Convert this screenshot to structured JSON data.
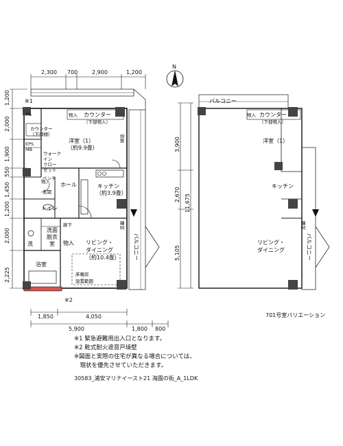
{
  "compass": {
    "north": "N"
  },
  "dimensions": {
    "top": [
      "2,300",
      "700",
      "2,900",
      "1,200"
    ],
    "left": [
      "1,200",
      "2,000",
      "1,900",
      "550",
      "1,450",
      "1,200",
      "2,000",
      "2,225"
    ],
    "bottom_row1": [
      "1,850",
      "4,050"
    ],
    "bottom_row2": [
      "5,900",
      "1,800",
      "800"
    ],
    "variation_vertical": [
      "3,900",
      "2,670",
      "11,675",
      "5,105"
    ]
  },
  "rooms": {
    "mark1": "※1",
    "mark2": "※2",
    "storage_top": "物入",
    "counter_top": "カウンター",
    "counter_top_sub": "（下部物入）",
    "counter_left": "カウンター",
    "counter_left_sub": "（下部棚）",
    "ps": "PS",
    "eps": "EPS",
    "mb": "MB",
    "western_room": "洋室（1）",
    "western_size": "（約9.9畳）",
    "shelf": "収納",
    "walkin_1": "ウォーク",
    "walkin_2": "イン",
    "walkin_3": "クロー",
    "walkin_4": "ゼット",
    "entrance_storage": "物入",
    "genkan": "玄関",
    "bench": "ベンチ",
    "hall": "ホール",
    "kitchen": "キッチン",
    "kitchen_size": "（約3.9畳）",
    "toilet": "トイレ",
    "washroom_1": "洗",
    "washroom_2": "面",
    "washroom_3": "脱",
    "washroom_4": "衣",
    "washroom_5": "室",
    "laundry": "洗",
    "storage_mid": "物入",
    "corridor": "廊下",
    "living_1": "リビング・",
    "living_2": "ダイニング",
    "living_size": "（約10.4畳）",
    "bath": "浴室",
    "floor_heat_1": "床暖房",
    "floor_heat_2": "設置範囲",
    "closet_right": "腰窓",
    "balcony": "バルコニー"
  },
  "variation": {
    "balcony_top": "バルコニー",
    "storage_top": "物入",
    "counter": "カウンター",
    "counter_sub": "（下部物入）",
    "western_room": "洋室（1）",
    "kitchen": "キッチン",
    "window": "腰窓",
    "living_1": "リビング・",
    "living_2": "ダイニング",
    "balcony": "バルコニー",
    "caption": "701号室バリエーション"
  },
  "notes": [
    "※1 緊急避難用出入口となります。",
    "※2 乾式耐火遮音戸境壁",
    "※図面と実際の住宅が異なる場合については、",
    "　現状を優先させていただきます。"
  ],
  "footer": "30583_浦安マリナイースト21 海園の街_A_1LDK"
}
